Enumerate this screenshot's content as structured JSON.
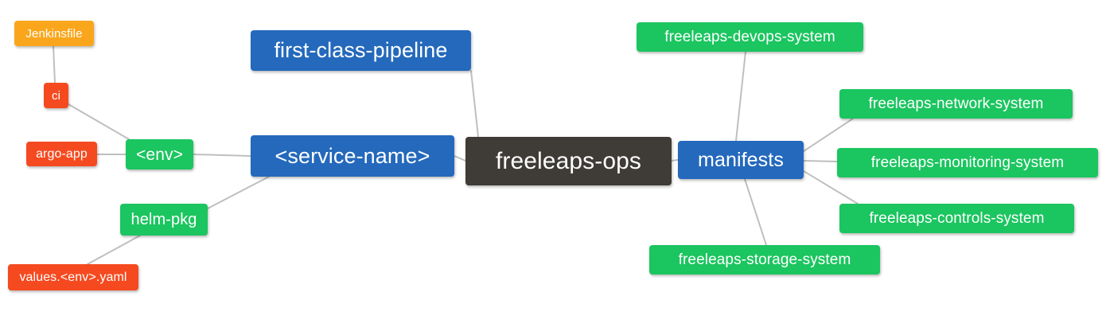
{
  "diagram": {
    "type": "mindmap",
    "root_label": "freeleaps-ops",
    "background": "#ffffff",
    "edge_color": "#bfbfbf",
    "palette": {
      "root": "#3f3b37",
      "blue": "#2469bc",
      "green": "#1bc55f",
      "red": "#f54a20",
      "orange": "#faa61c",
      "text": "#ffffff"
    }
  },
  "nodes": {
    "root": {
      "label": "freeleaps-ops",
      "color": "root"
    },
    "service_name": {
      "label": "<service-name>",
      "color": "blue"
    },
    "first_class_pipeline": {
      "label": "first-class-pipeline",
      "color": "blue"
    },
    "env": {
      "label": "<env>",
      "color": "green"
    },
    "ci": {
      "label": "ci",
      "color": "red"
    },
    "jenkinsfile": {
      "label": "Jenkinsfile",
      "color": "orange"
    },
    "argo_app": {
      "label": "argo-app",
      "color": "red"
    },
    "helm_pkg": {
      "label": "helm-pkg",
      "color": "green"
    },
    "values_yaml": {
      "label": "values.<env>.yaml",
      "color": "red"
    },
    "manifests": {
      "label": "manifests",
      "color": "blue"
    },
    "devops_system": {
      "label": "freeleaps-devops-system",
      "color": "green"
    },
    "network_system": {
      "label": "freeleaps-network-system",
      "color": "green"
    },
    "monitoring_system": {
      "label": "freeleaps-monitoring-system",
      "color": "green"
    },
    "controls_system": {
      "label": "freeleaps-controls-system",
      "color": "green"
    },
    "storage_system": {
      "label": "freeleaps-storage-system",
      "color": "green"
    }
  },
  "edges": [
    {
      "from": "root",
      "to": "service_name"
    },
    {
      "from": "root",
      "to": "first_class_pipeline"
    },
    {
      "from": "root",
      "to": "manifests"
    },
    {
      "from": "service_name",
      "to": "env"
    },
    {
      "from": "service_name",
      "to": "helm_pkg"
    },
    {
      "from": "env",
      "to": "ci"
    },
    {
      "from": "env",
      "to": "argo_app"
    },
    {
      "from": "ci",
      "to": "jenkinsfile"
    },
    {
      "from": "helm_pkg",
      "to": "values_yaml"
    },
    {
      "from": "manifests",
      "to": "devops_system"
    },
    {
      "from": "manifests",
      "to": "network_system"
    },
    {
      "from": "manifests",
      "to": "monitoring_system"
    },
    {
      "from": "manifests",
      "to": "controls_system"
    },
    {
      "from": "manifests",
      "to": "storage_system"
    }
  ]
}
